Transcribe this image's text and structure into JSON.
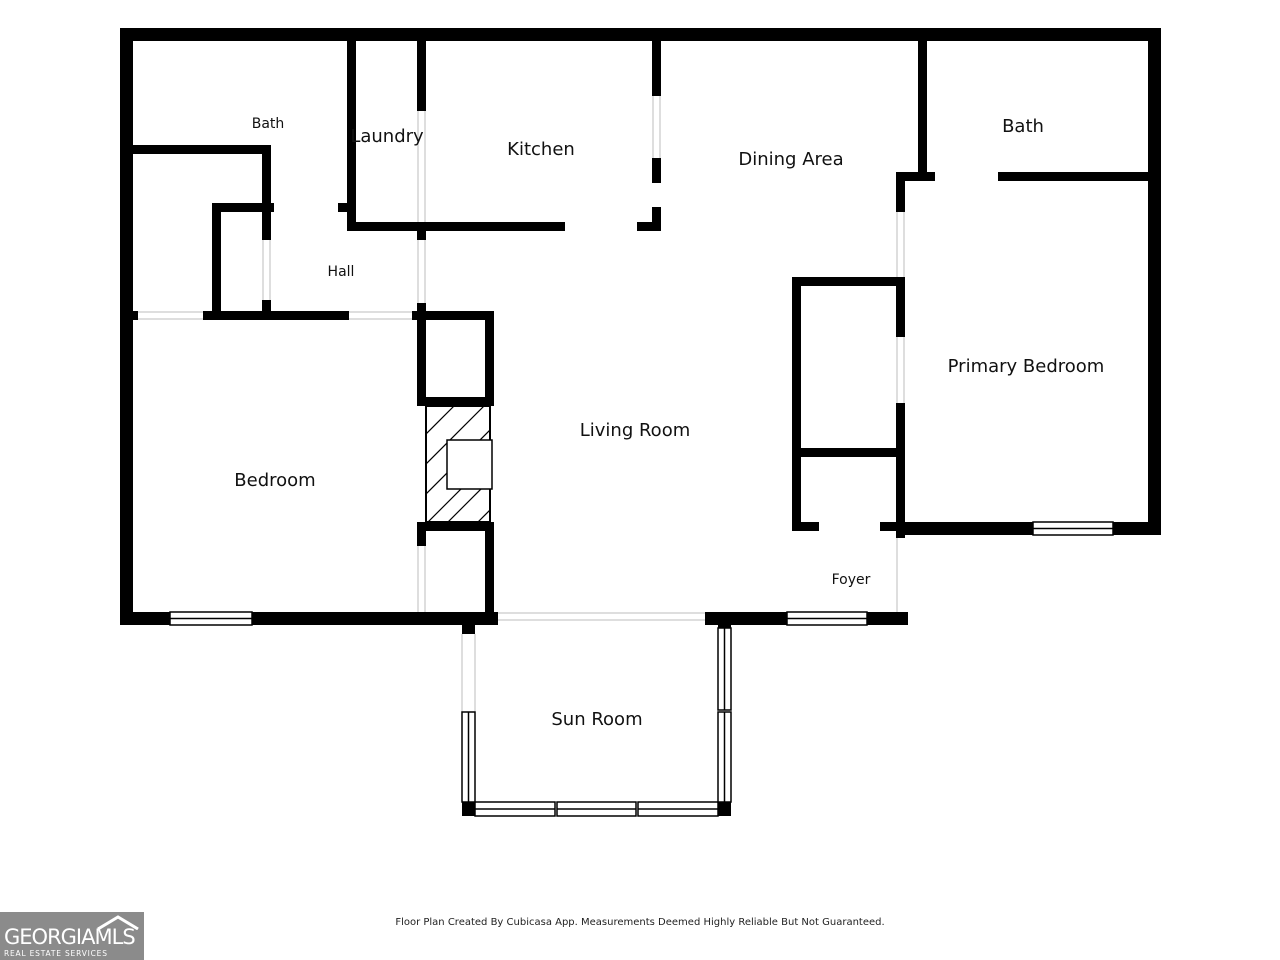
{
  "rooms": {
    "bath_left": "Bath",
    "laundry": "Laundry",
    "kitchen": "Kitchen",
    "dining_area": "Dining Area",
    "bath_right": "Bath",
    "hall": "Hall",
    "primary_bedroom": "Primary Bedroom",
    "living_room": "Living Room",
    "bedroom": "Bedroom",
    "foyer": "Foyer",
    "sun_room": "Sun Room"
  },
  "footer_note": "Floor Plan Created By Cubicasa App. Measurements Deemed Highly Reliable But Not Guaranteed.",
  "logo": {
    "main": "GEORGIAMLS",
    "sub": "REAL ESTATE SERVICES",
    "color": "#8b8b8b"
  },
  "colors": {
    "wall": "#000000",
    "background": "#ffffff"
  }
}
